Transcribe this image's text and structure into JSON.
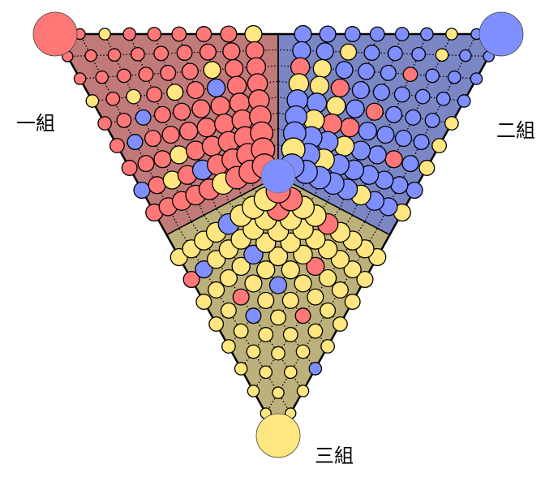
{
  "groups": [
    {
      "label": "一組",
      "region_color": "#c07a7a",
      "node_color": "#ff7777"
    },
    {
      "label": "二組",
      "region_color": "#7b86c4",
      "node_color": "#7f8fff"
    },
    {
      "label": "三組",
      "region_color": "#bdb17b",
      "node_color": "#ffe680"
    }
  ],
  "center_node_group": 1
}
